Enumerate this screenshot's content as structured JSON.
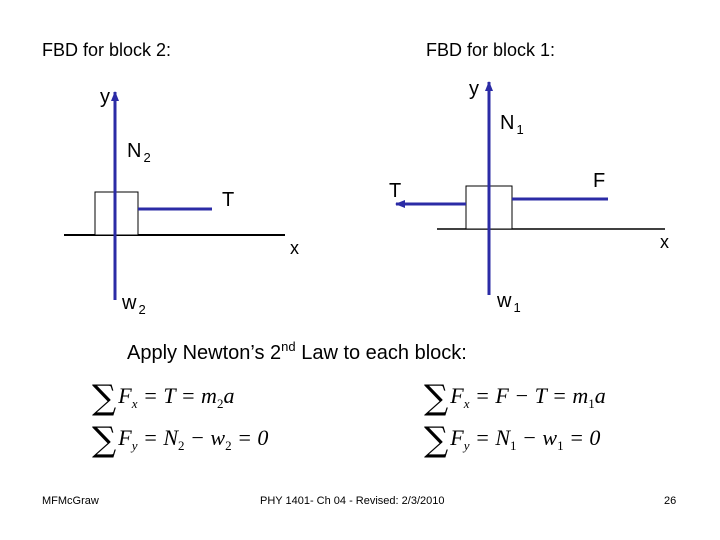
{
  "block2": {
    "title": "FBD for block 2:",
    "y_axis": "y",
    "x_axis": "x",
    "normal": {
      "main": "N",
      "sub": "2"
    },
    "tension": "T",
    "weight": {
      "main": "w",
      "sub": "2"
    }
  },
  "block1": {
    "title": "FBD for block 1:",
    "y_axis": "y",
    "x_axis": "x",
    "normal": {
      "main": "N",
      "sub": "1"
    },
    "tension": "T",
    "force": "F",
    "weight": {
      "main": "w",
      "sub": "1"
    }
  },
  "instruction": {
    "pre": "Apply Newton’s 2",
    "sup": "nd",
    "post": " Law to each block:"
  },
  "equations": {
    "block2": {
      "x": {
        "F": "F",
        "sub": "x",
        "rhs1": " = T = m",
        "rhs_sub": "2",
        "rhs2": "a"
      },
      "y": {
        "F": "F",
        "sub": "y",
        "rhs1": " = N",
        "rhs_sub": "2",
        "rhs2": " − w",
        "rhs_sub2": "2",
        "rhs3": " = 0"
      }
    },
    "block1": {
      "x": {
        "F": "F",
        "sub": "x",
        "rhs1": " = F − T = m",
        "rhs_sub": "1",
        "rhs2": "a"
      },
      "y": {
        "F": "F",
        "sub": "y",
        "rhs1": " = N",
        "rhs_sub": "1",
        "rhs2": " − w",
        "rhs_sub2": "1",
        "rhs3": " = 0"
      }
    }
  },
  "footer": {
    "author": "MFMcGraw",
    "course": "PHY 1401- Ch 04 - Revised: 2/3/2010",
    "page": "26"
  },
  "colors": {
    "arrow": "#2b2ba6",
    "line": "#000000"
  }
}
